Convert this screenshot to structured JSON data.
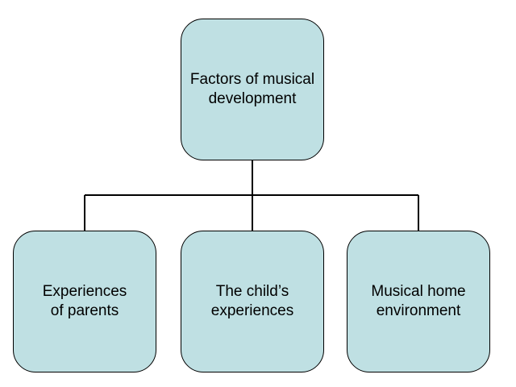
{
  "diagram": {
    "root": {
      "label": "Factors of musical\ndevelopment"
    },
    "children": [
      {
        "label": "Experiences\nof parents"
      },
      {
        "label": "The child’s\nexperiences"
      },
      {
        "label": "Musical home\nenvironment"
      }
    ]
  },
  "colors": {
    "box_fill": "#bfe0e3",
    "box_border": "#000000",
    "line": "#000000",
    "text": "#000000"
  }
}
